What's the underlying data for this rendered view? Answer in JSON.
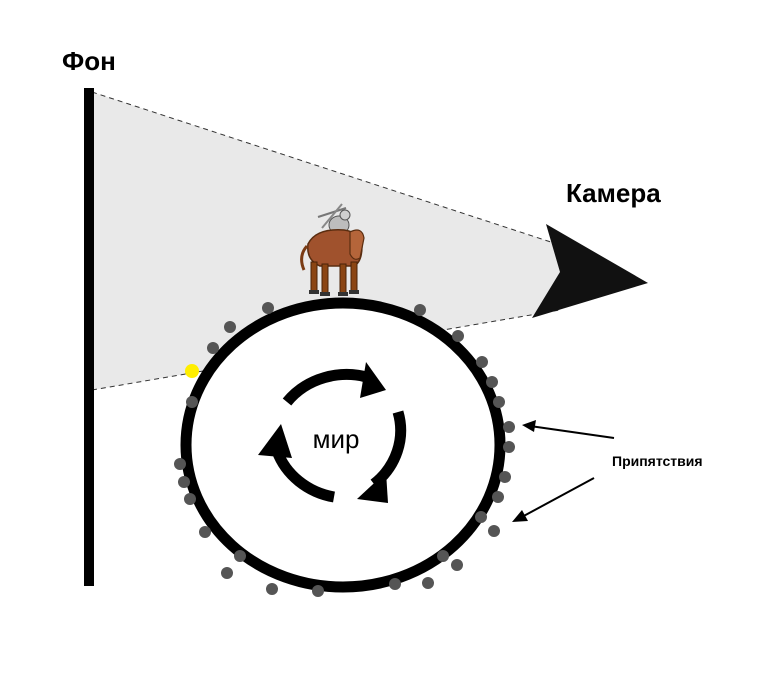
{
  "labels": {
    "background": "Фон",
    "camera": "Камера",
    "world": "мир",
    "obstacles": "Припятствия"
  },
  "colors": {
    "line": "#000000",
    "cone_fill": "#e9e9e9",
    "obstacle": "#555555",
    "marker": "#ffee00",
    "background": "#ffffff"
  },
  "icons": {
    "camera": "triangle-camera-icon",
    "rotation": "circular-arrows-icon",
    "character": "mounted-warrior-sprite",
    "obstacle": "grey-dot"
  }
}
